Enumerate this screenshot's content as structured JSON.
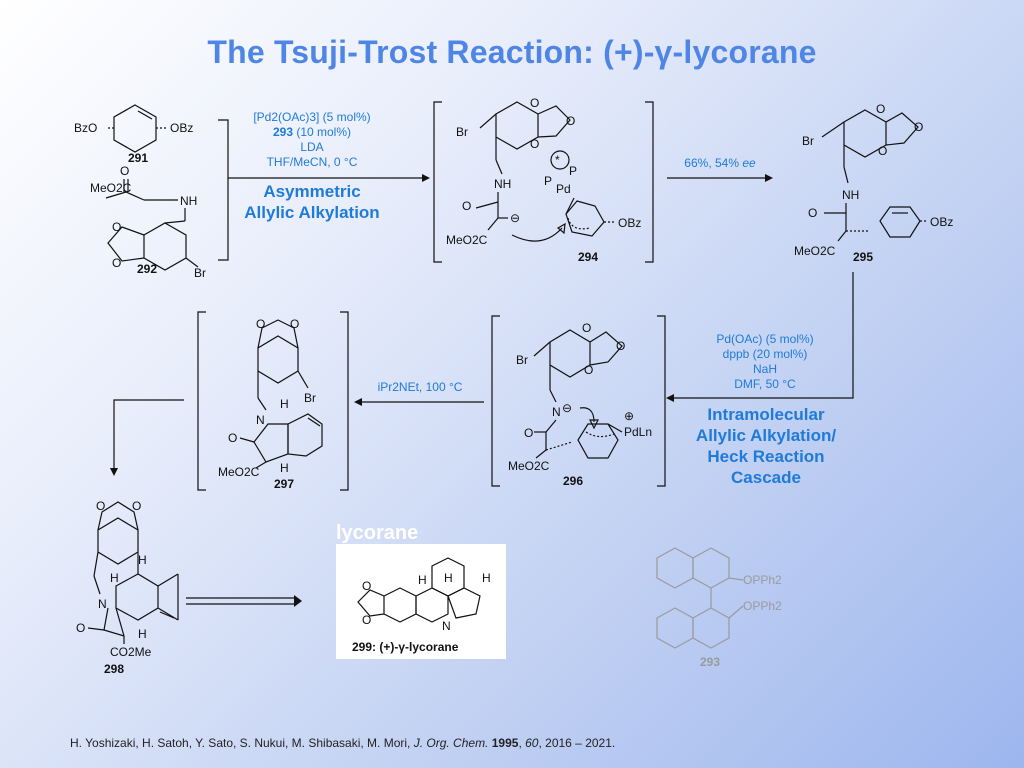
{
  "title": "The Tsuji-Trost Reaction: (+)-γ-lycorane",
  "step1": {
    "line1": "[Pd2(OAc)3] (5 mol%)",
    "line2_bold": "293",
    "line2_rest": " (10 mol%)",
    "line3": "LDA",
    "line4": "THF/MeCN, 0 °C",
    "name_line1": "Asymmetric",
    "name_line2": "Allylic Alkylation"
  },
  "step2": {
    "yield": "66%, 54% ",
    "ee": "ee"
  },
  "step3": {
    "line1": "Pd(OAc) (5 mol%)",
    "line2": "dppb (20 mol%)",
    "line3": "NaH",
    "line4": "DMF, 50 °C",
    "name_line1": "Intramolecular",
    "name_line2": "Allylic Alkylation/",
    "name_line3": "Heck Reaction",
    "name_line4": "Cascade"
  },
  "step4": {
    "cond": "iPr2NEt, 100 °C"
  },
  "compounds": {
    "c291": "291",
    "c292": "292",
    "c293": "293",
    "c294": "294",
    "c295": "295",
    "c296": "296",
    "c297": "297",
    "c298": "298",
    "c299_label": "299: (+)-γ-lycorane"
  },
  "watermark": "lycorane",
  "atoms": {
    "BzO": "BzO",
    "OBz": "OBz",
    "Br": "Br",
    "O": "O",
    "NH": "NH",
    "N": "N",
    "H": "H",
    "MeO2C": "MeO2C",
    "CO2Me": "CO2Me",
    "Pd": "Pd",
    "P": "P",
    "PdLn": "PdLn",
    "OPPh2": "OPPh2",
    "star": "*",
    "minus": "⊖",
    "plus": "⊕"
  },
  "footer": {
    "authors": "H. Yoshizaki, H. Satoh, Y. Sato, S. Nukui, M. Shibasaki, M. Mori, ",
    "journal": "J. Org. Chem.",
    "year": "1995",
    "volume": "60",
    "pages": ", 2016 – 2021."
  }
}
